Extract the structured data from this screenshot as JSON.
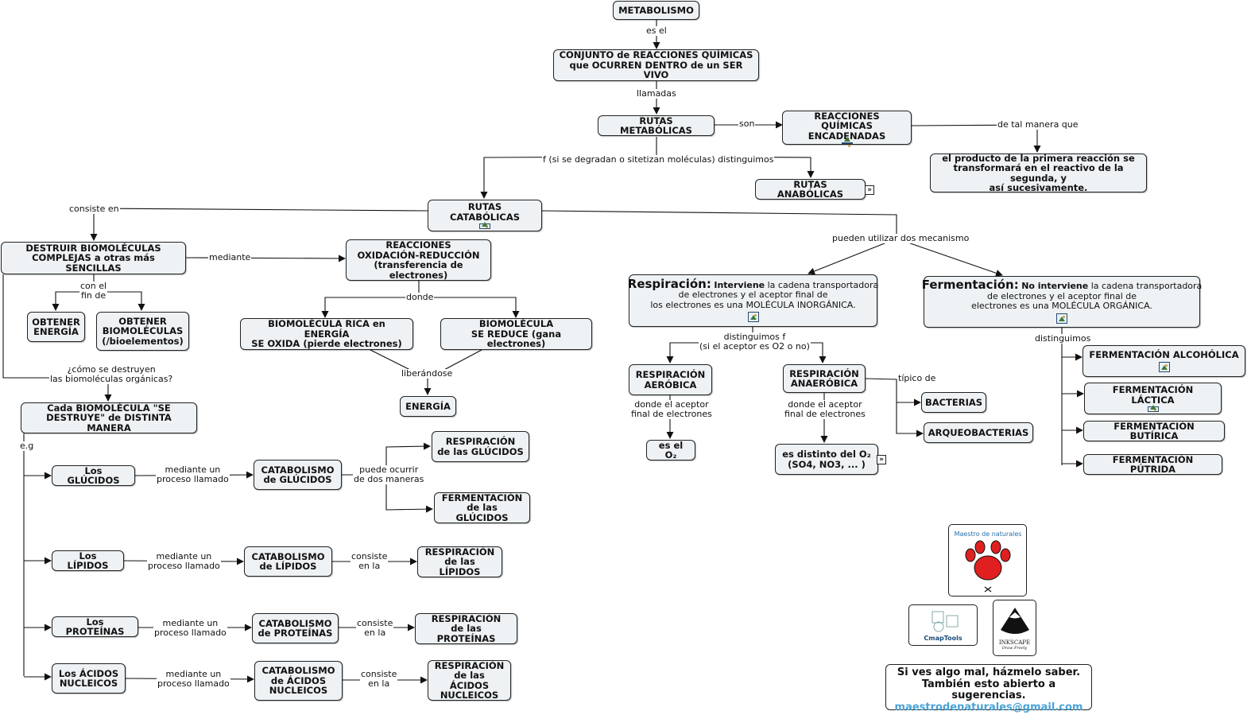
{
  "nodes": {
    "metabolismo": "METABOLISMO",
    "conjunto": "CONJUNTO de REACCIONES QUÍMICAS\nque OCURREN DENTRO de un SER VIVO",
    "rutas_metabolicas": "RUTAS METABÓLICAS",
    "reacciones_encadenadas": "REACCIONES QUÍMICAS\nENCADENADAS",
    "producto": "el producto de la primera reacción se\ntransformará en el reactivo de la segunda, y\nasí sucesivamente.",
    "rutas_anabolicas": "RUTAS ANABÓLICAS",
    "rutas_catabolicas": "RUTAS CATABÓLICAS",
    "destruir": "DESTRUIR BIOMOLÉCULAS\nCOMPLEJAS a otras más SENCILLAS",
    "redox": "REACCIONES\nOXIDACIÓN-REDUCCIÓN\n(transferencia de electrones)",
    "obtener_energia": "OBTENER\nENERGÍA",
    "obtener_biomoleculas": "OBTENER\nBIOMOLÉCULAS\n(/bioelementos)",
    "biomolecula_rica": "BIOMOLÉCULA RICA en ENERGÍA\nSE OXIDA (pierde electrones)",
    "biomolecula_reduce": "BIOMOLÉCULA\nSE REDUCE (gana electrones)",
    "energia": "ENERGÍA",
    "cada_biomolecula": "Cada BIOMOLÉCULA \"SE\nDESTRUYE\" de DISTINTA MANERA",
    "glucidos": "Los GLÚCIDOS",
    "catabolismo_glucidos": "CATABOLISMO\nde GLÚCIDOS",
    "respiracion_glucidos": "RESPIRACIÓN\nde las GLÚCIDOS",
    "fermentacion_glucidos": "FERMENTACIÓN\nde las GLÚCIDOS",
    "lipidos": "Los LÍPIDOS",
    "catabolismo_lipidos": "CATABOLISMO\nde LÍPIDOS",
    "respiracion_lipidos": "RESPIRACIÓN\nde las LÍPIDOS",
    "proteinas": "Los PROTEÍNAS",
    "catabolismo_proteinas": "CATABOLISMO\nde PROTEÍNAS",
    "respiracion_proteinas": "RESPIRACIÓN\nde las PROTEÍNAS",
    "acidos": "Los ÁCIDOS\nNUCLEICOS",
    "catabolismo_acidos": "CATABOLISMO\nde ÁCIDOS\nNUCLEICOS",
    "respiracion_acidos": "RESPIRACIÓN\nde las ÁCIDOS\nNUCLEICOS",
    "resp_aerobica": "RESPIRACIÓN\nAERÓBICA",
    "es_o2": "es el O₂",
    "resp_anaerobica": "RESPIRACIÓN\nANAERÓBICA",
    "distinto_o2": "es distinto del O₂\n(SO4, NO3, ...    )",
    "bacterias": "BACTERIAS",
    "arqueobacterias": "ARQUEOBACTERIAS",
    "ferm_alcoholica": "FERMENTACIÓN ALCOHÓLICA",
    "ferm_lactica": "FERMENTACIÓN LÁCTICA",
    "ferm_butirica": "FERMENTACIÓN BUTÍRICA",
    "ferm_putrida": "FERMENTACIÓN PÚTRIDA",
    "respiracion": {
      "title": "Respiración:",
      "bold": "Interviene",
      "rest1": " la cadena transportadora",
      "rest2": "de electrones y el aceptor final de",
      "rest3": "los electrones es una MOLÉCULA INORGÁNICA."
    },
    "fermentacion": {
      "title": "Fermentación:",
      "bold": "No interviene",
      "rest1": " la cadena transportadora",
      "rest2": "de electrones y el aceptor final de",
      "rest3": "electrones es una MOLÉCULA ORGÁNICA."
    }
  },
  "labels": {
    "es_el": "es el",
    "llamadas": "llamadas",
    "son": "son",
    "de_tal_manera": "de tal manera que",
    "distinguimos_f": "f (si se degradan o sitetizan moléculas) distinguimos",
    "consiste_en": "consiste en",
    "pueden_utilizar": "pueden utilizar dos mecanismo",
    "mediante": "mediante",
    "con_el_fin": "con el\nfin de",
    "donde": "donde",
    "liberandose": "liberándose",
    "como_destruyen": "¿cómo se destruyen\nlas biomoléculas orgánicas?",
    "eg": "e.g",
    "mediante_proceso": "mediante un\nproceso llamado",
    "puede_ocurrir": "puede ocurrir\nde dos maneras",
    "consiste_en_la": "consiste\nen la",
    "distinguimos_acepto": "distinguimos f\n(si el aceptor es O2 o no)",
    "donde_aceptor": "donde el aceptor\nfinal de electrones",
    "tipico_de": "típico de",
    "distinguimos": "distinguimos"
  },
  "logos": {
    "maestro_text": "Maestro de naturales",
    "cmap_text": "CmapTools",
    "inkscape_text": "INKSCAPE",
    "inkscape_sub": "Draw Freely"
  },
  "note": {
    "line1": "Si ves algo mal, házmelo saber.",
    "line2": "También esto abierto a sugerencias.",
    "email": "maestrodenaturales@gmail.com"
  },
  "colors": {
    "node_bg": "#eef2f4",
    "border": "#222222",
    "email": "#4aa3d6",
    "paw": "#e02020"
  }
}
